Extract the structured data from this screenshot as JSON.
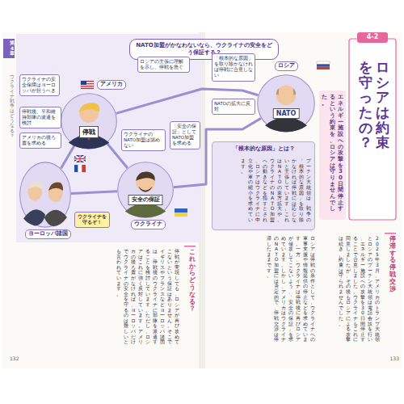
{
  "diagram": {
    "title": "ロシアは約束を守ったの？",
    "nodes": [
      {
        "text": [
          "NATO加盟がかなわないなら、ウクライナの安全をどう保証する？"
        ]
      },
      {
        "text": [
          "停戦",
          "アメリカ"
        ]
      },
      {
        "text": [
          "ロシアの主張に理解を示し、停戦を急ぐ"
        ]
      },
      {
        "text": [
          "ウクライナの安全保障はヨーロッパが担うべき"
        ]
      },
      {
        "text": [
          "ウクライナのNATO加盟は認めない"
        ]
      },
      {
        "text": [
          "NATO",
          "ロシア"
        ]
      },
      {
        "text": [
          "「根本的な原因」を取り除かなければ停戦に合意しない"
        ]
      },
      {
        "text": [
          "NATOの拡大に反対"
        ]
      },
      {
        "text": [
          "ヨーロッパ諸国"
        ]
      },
      {
        "text": [
          "停戦後、平和維持部隊の派遣を検討"
        ]
      },
      {
        "text": [
          "アメリカの後ろ盾を求める"
        ]
      },
      {
        "text": [
          "ウクライナを守るぞ！"
        ]
      },
      {
        "text": [
          "安全の保証",
          "ウクライナ"
        ]
      },
      {
        "text": [
          "「安全の保証」としてNATO加盟を求める"
        ]
      },
      {
        "text": [
          "エネルギー施設への攻撃を30日間停止するという約束を、ロシアは守りませんでした。"
        ]
      },
      {
        "text": [
          "「根本的な原因」とは？",
          "プーチン大統領は、戦争の「根本的な原因」を取り除かなければ停戦には応じないと主張しています。これはNATOの東方拡大や、ウクライナのNATO加盟への動きなどを指すとされ、ロシアはウクライナに中立化や軍の縮小を求めています。"
        ]
      }
    ],
    "edges": [
      {
        "from": 1,
        "to": 5,
        "arrow": "none"
      },
      {
        "from": 1,
        "to": 8,
        "arrow": "none"
      },
      {
        "from": 1,
        "to": 12,
        "arrow": "none"
      },
      {
        "from": 8,
        "to": 12,
        "arrow": "none"
      },
      {
        "from": 12,
        "to": 5,
        "arrow": "none"
      }
    ],
    "labels": [
      "4-2",
      "第4章",
      "ウクライナ戦争はどうなる？",
      "停滞する停戦交渉",
      "2025年3月、アメリカのトランプ大統領とロシアのプーチン大統領は電話会談を行い、エネルギー施設への攻撃を30日間停止することで合意しました。ウクライナもこれに同意しましたが、その後もロシアによる攻撃は続き、約束は守られませんでした。",
      "ロシアは停戦の条件として、ウクライナへの軍事支援や情報提供の停止などを求めています。一方、ウクライナは停戦後に再びロシアが侵攻してこないよう、「安全の保証」を求めています。しかし、アメリカはウクライナのNATO加盟には否定的で、停戦交渉は停滞したままです。",
      "これからどうなる？",
      "停戦が実現しても、ロシアが再び攻めてこないという保証はありません。そこでイギリスやフランスなどヨーロッパ諸国は、停戦後のウクライナに部隊を派遣することを検討しています。ただし、ロシアはこれに強く反対しています。アメリカの後ろ盾がなければ、ヨーロッパだけでウクライナの安全を守るのは難しいとも言われています。",
      "132",
      "133"
    ]
  }
}
